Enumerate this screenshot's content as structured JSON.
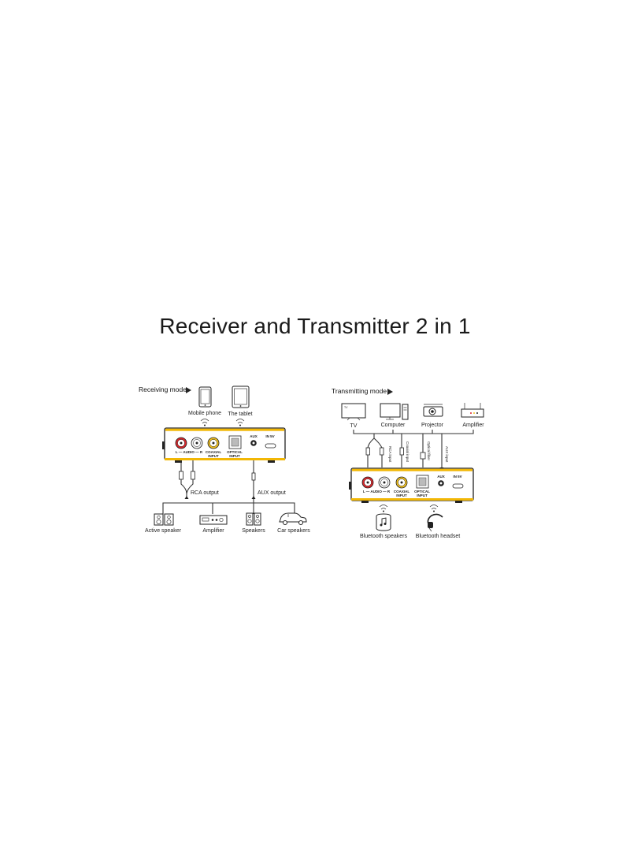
{
  "title": "Receiver and Transmitter 2 in 1",
  "receiving": {
    "mode_label": "Receiving mode",
    "sources": [
      "Mobile phone",
      "The tablet"
    ],
    "outputs": [
      "RCA output",
      "AUX output"
    ],
    "devices": [
      "Active speaker",
      "Amplifier",
      "Speakers",
      "Car speakers"
    ]
  },
  "transmitting": {
    "mode_label": "Transmitting mode",
    "sources": [
      "TV",
      "Computer",
      "Projector",
      "Amplifier"
    ],
    "inputs": [
      "RCA input",
      "Coaxial input",
      "Optical fiber",
      "AUX input"
    ],
    "devices": [
      "Bluetooth speakers",
      "Bluetooth headset"
    ]
  },
  "device_ports": {
    "rca": "L — AUDIO — R",
    "coaxial": "COAXIAL",
    "coaxial_sub": "INPUT",
    "optical": "OPTICAL",
    "optical_sub": "INPUT",
    "aux": "AUX",
    "power": "IN 5V"
  },
  "tv_screen_text": "TV",
  "colors": {
    "accent": "#f2b705",
    "red": "#d9262b",
    "yellow": "#f0c020",
    "line": "#333333"
  }
}
